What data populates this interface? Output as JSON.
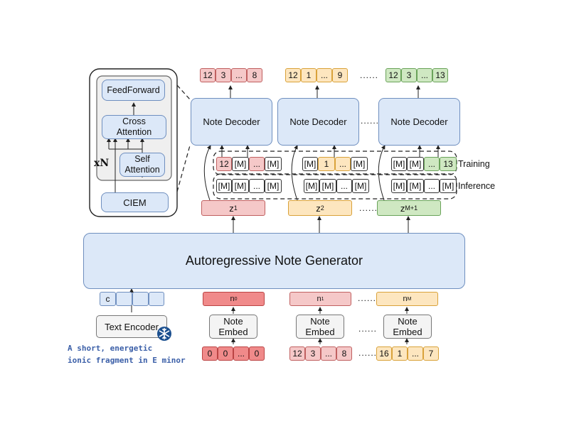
{
  "transformer_block": {
    "repeat_label": "xN",
    "feedforward": "FeedForward",
    "cross_attention": "Cross\nAttention",
    "self_attention": "Self\nAttention",
    "ciem": "CIEM"
  },
  "note_decoders": [
    "Note Decoder",
    "Note Decoder",
    "Note Decoder"
  ],
  "output_tokens": [
    [
      "12",
      "3",
      "...",
      "8"
    ],
    [
      "12",
      "1",
      "...",
      "9"
    ],
    [
      "12",
      "3",
      "...",
      "13"
    ]
  ],
  "training_tokens": [
    [
      "12",
      "[M]",
      "...",
      "[M]"
    ],
    [
      "[M]",
      "1",
      "...",
      "[M]"
    ],
    [
      "[M]",
      "[M]",
      "...",
      "13"
    ]
  ],
  "inference_tokens": [
    [
      "[M]",
      "[M]",
      "...",
      "[M]"
    ],
    [
      "[M]",
      "[M]",
      "...",
      "[M]"
    ],
    [
      "[M]",
      "[M]",
      "...",
      "[M]"
    ]
  ],
  "row_labels": {
    "training": "Training",
    "inference": "Inference"
  },
  "latents": [
    "z1",
    "z2",
    "zM+1"
  ],
  "generator": "Autoregressive Note Generator",
  "condition_token": "c",
  "note_inputs": [
    "n0",
    "n1",
    "nM"
  ],
  "text_encoder": "Text Encoder",
  "frozen_icon": "snowflake-icon",
  "note_embed": [
    "Note\nEmbed",
    "Note\nEmbed",
    "Note\nEmbed"
  ],
  "input_tokens": [
    [
      "0",
      "0",
      "...",
      "0"
    ],
    [
      "12",
      "3",
      "...",
      "8"
    ],
    [
      "16",
      "1",
      "...",
      "7"
    ]
  ],
  "prompt_lines": [
    "A short, energetic",
    "ionic fragment in E minor"
  ],
  "ellipsis": "......"
}
